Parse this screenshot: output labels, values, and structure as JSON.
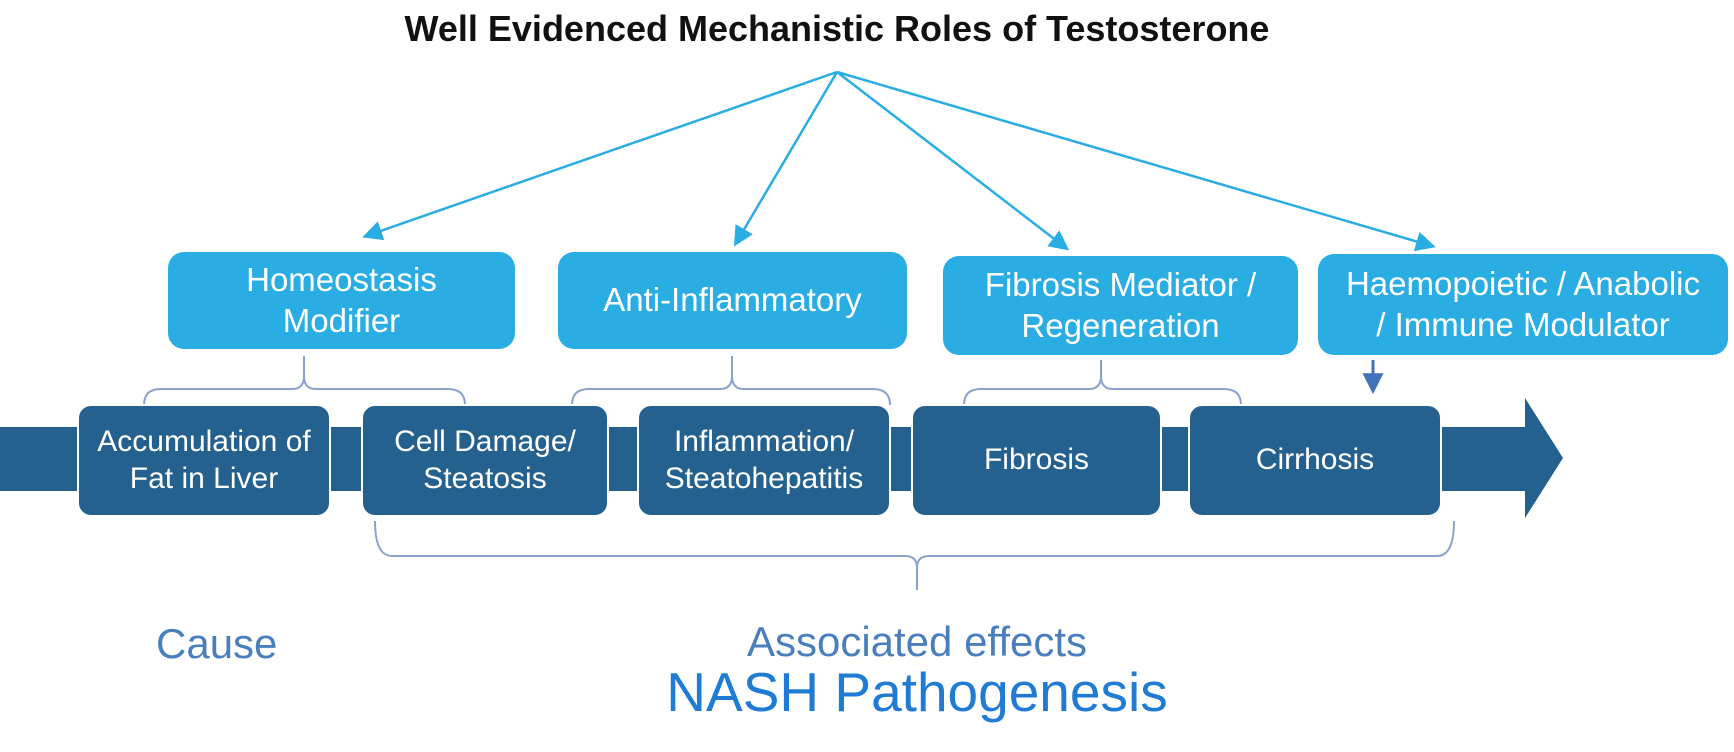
{
  "title": "Well Evidenced Mechanistic Roles of Testosterone",
  "roles": [
    {
      "label": "Homeostasis\nModifier"
    },
    {
      "label": "Anti-Inflammatory"
    },
    {
      "label": "Fibrosis Mediator /\nRegeneration"
    },
    {
      "label": "Haemopoietic / Anabolic\n/ Immune Modulator"
    }
  ],
  "stages": [
    {
      "label": "Accumulation of\nFat in Liver"
    },
    {
      "label": "Cell Damage/\nSteatosis"
    },
    {
      "label": "Inflammation/\nSteatohepatitis"
    },
    {
      "label": "Fibrosis"
    },
    {
      "label": "Cirrhosis"
    }
  ],
  "footer": {
    "cause": "Cause",
    "associated_effects": "Associated effects",
    "pathogenesis": "NASH Pathogenesis"
  },
  "colors": {
    "cyan": "#29ADE3",
    "dark_blue": "#25618F",
    "brace": "#8BA3CC",
    "steel_arrow": "#4273B8",
    "label_blue": "#4A7EBD",
    "pathogenesis_blue": "#1F7BD4",
    "title_color": "#111111",
    "box_text": "#FFFFFF"
  }
}
